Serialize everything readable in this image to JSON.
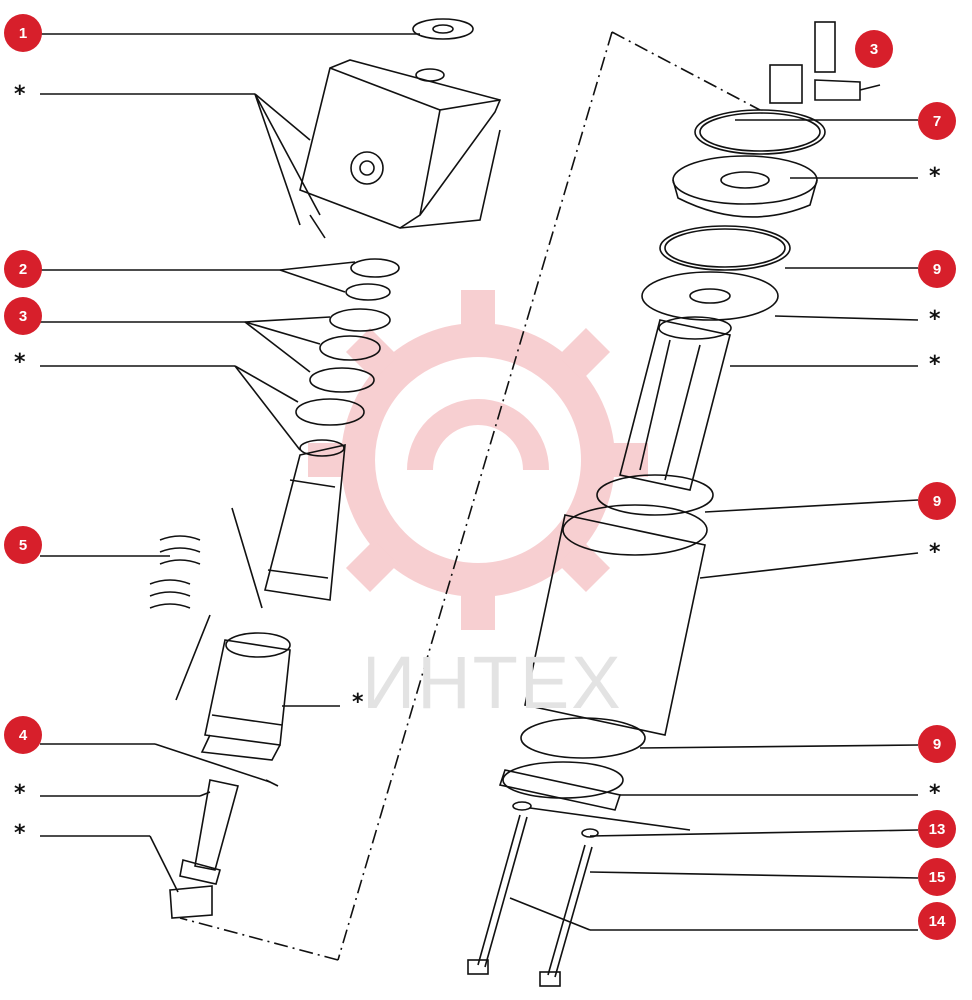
{
  "diagram": {
    "watermark_text": "ИНТЕХ",
    "accent_color": "#d71f2b",
    "watermark_icon": "gear-logo-icon",
    "callouts": [
      "1",
      "2",
      "3",
      "5",
      "4",
      "3",
      "7",
      "9",
      "9",
      "9",
      "13",
      "15",
      "14"
    ],
    "unnumbered_marker": "*"
  }
}
